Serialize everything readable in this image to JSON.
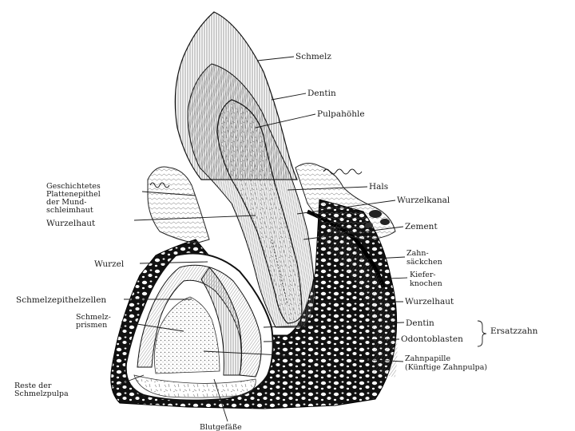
{
  "labels": {
    "schmelz": "Schmelz",
    "dentin": "Dentin",
    "pulpahoehle": "Pulpahöhle",
    "hals": "Hals",
    "wurzelkanal": "Wurzelkanal",
    "zement": "Zement",
    "zahnsaeckchen_1": "Zahn-",
    "zahnsaeckchen_2": "säckchen",
    "kieferknochen_1": "Kiefer-",
    "kieferknochen_2": "knochen",
    "wurzelhaut_right": "Wurzelhaut",
    "dentin_ersatz": "Dentin",
    "odontoblasten": "Odontoblasten",
    "ersatzzahn": "Ersatzzahn",
    "zahnpapille_1": "Zahnpapille",
    "zahnpapille_2": "(Künftige Zahnpulpa)",
    "plattenepithel_1": "Geschichtetes",
    "plattenepithel_2": "Plattenepithel",
    "plattenepithel_3": "der Mund-",
    "plattenepithel_4": "schleimhaut",
    "wurzelhaut_left": "Wurzelhaut",
    "wurzel": "Wurzel",
    "schmelzepithelzellen": "Schmelzepithelzellen",
    "schmelzprismen_1": "Schmelz-",
    "schmelzprismen_2": "prismen",
    "schmelzpulpa_1": "Reste der",
    "schmelzpulpa_2": "Schmelzpulpa",
    "blutgefaesse": "Blutgefäße"
  }
}
